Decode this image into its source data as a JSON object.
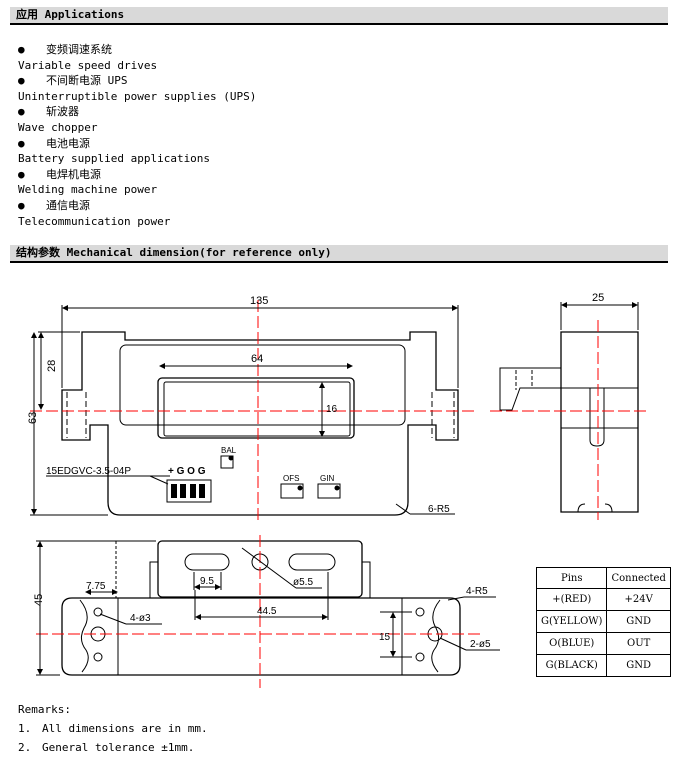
{
  "section_applications": {
    "title": "应用  Applications"
  },
  "applications": [
    {
      "zh": "变频调速系统",
      "en": "Variable speed drives"
    },
    {
      "zh": "不间断电源 UPS",
      "en": "Uninterruptible power supplies (UPS)"
    },
    {
      "zh": "斩波器",
      "en": "Wave chopper"
    },
    {
      "zh": "电池电源",
      "en": "Battery supplied applications"
    },
    {
      "zh": "电焊机电源",
      "en": "Welding machine power"
    },
    {
      "zh": "通信电源",
      "en": "Telecommunication power"
    }
  ],
  "bullet": "●",
  "section_mechanical": {
    "title": "结构参数  Mechanical dimension(for reference only)"
  },
  "drawing": {
    "dim_135": "135",
    "dim_25": "25",
    "dim_64": "64",
    "dim_28": "28",
    "dim_63": "63",
    "dim_16": "16",
    "dim_6r5": "6-R5",
    "connector": "15EDGVC-3.5-04P",
    "pin_labels": "+ G O G",
    "bal": "BAL",
    "ofs": "OFS",
    "gin": "GIN",
    "dim_45": "45",
    "dim_775": "7.75",
    "dim_95": "9.5",
    "dim_55": "ø5.5",
    "dim_445": "44.5",
    "dim_4o3": "4-ø3",
    "dim_4r5": "4-R5",
    "dim_15": "15",
    "dim_2o5": "2-ø5"
  },
  "pins_table": {
    "headers": [
      "Pins",
      "Connected"
    ],
    "rows": [
      [
        "+(RED)",
        "+24V"
      ],
      [
        "G(YELLOW)",
        "GND"
      ],
      [
        "O(BLUE)",
        "OUT"
      ],
      [
        "G(BLACK)",
        "GND"
      ]
    ]
  },
  "remarks": {
    "title": "Remarks:",
    "items": [
      {
        "num": "1.",
        "text": "All dimensions are in mm."
      },
      {
        "num": "2.",
        "text": "General tolerance ±1mm."
      }
    ]
  },
  "colors": {
    "centerline": "#ff0000",
    "header_bg": "#d9d9d9"
  }
}
